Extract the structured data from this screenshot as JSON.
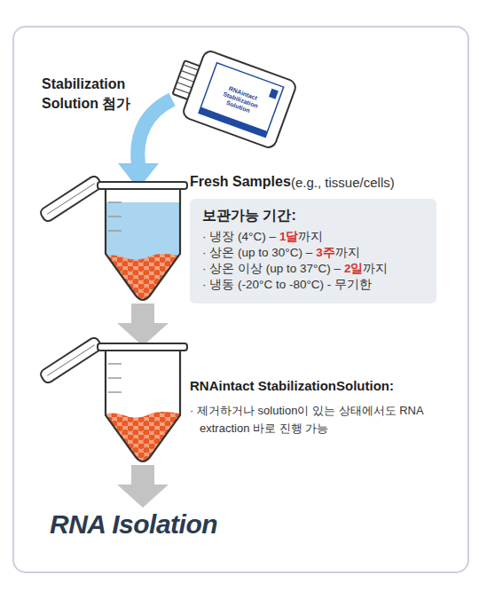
{
  "diagram": {
    "nodes": [
      {
        "text": [
          "보관가능 기간:",
          "· 냉장 (4°C) –",
          "1달",
          "까지",
          "· 상온 (up to 30°C) –",
          "3주",
          "까지",
          "· 상온 이상 (up to 37°C) –",
          "2일",
          "까지",
          "· 냉동 (-20°C to -80°C) - 무기한"
        ]
      }
    ],
    "labels": [
      "Stabilization Solution 첨가",
      "RNAintact Stabilization Solution",
      "Fresh Samples",
      "(e.g., tissue/cells)",
      "RNAintact StabilizationSolution:",
      "· 제거하거나 solution이 있는 상태에서도 RNA extraction 바로 진행 가능",
      "RNA Isolation"
    ]
  }
}
